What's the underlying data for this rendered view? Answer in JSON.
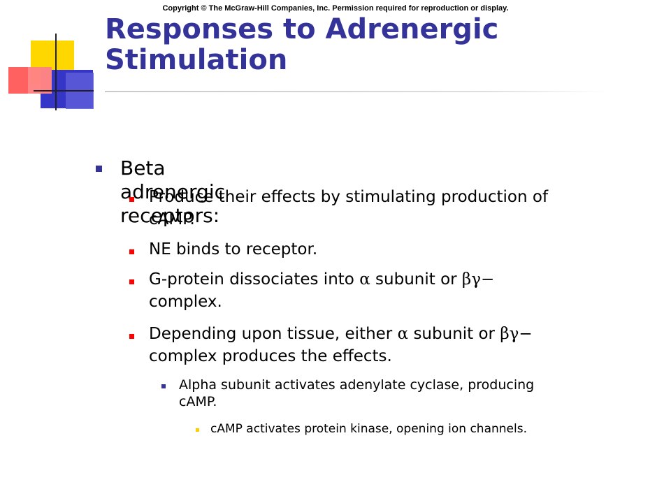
{
  "copyright": "Copyright © The McGraw-Hill Companies, Inc. Permission required for reproduction or display.",
  "title": {
    "line1": "Responses to Adrenergic",
    "line2": "Stimulation"
  },
  "colors": {
    "title": "#333399",
    "bullet_level1": "#333399",
    "bullet_level2": "#ff0000",
    "bullet_level3": "#333399",
    "bullet_level4": "#ffcc00"
  },
  "bullets": {
    "b1": "Beta adrenergic  receptors:",
    "b1_1_line1": "Produce their effects by stimulating  production of",
    "b1_1_line2": "cAMP.",
    "b1_2": "NE binds to receptor.",
    "b1_3_pre": "G-protein dissociates into ",
    "b1_3_alpha": "α",
    "b1_3_mid": " subunit or ",
    "b1_3_bg": "βγ−",
    "b1_3_line2": "complex.",
    "b1_4_pre": "Depending upon tissue, either ",
    "b1_4_alpha": "α",
    "b1_4_mid": " subunit or ",
    "b1_4_bg": "βγ−",
    "b1_4_line2": "complex produces the effects.",
    "b1_4_1_line1": "Alpha subunit activates adenylate cyclase, producing",
    "b1_4_1_line2": "cAMP.",
    "b1_4_1_1": "cAMP activates protein kinase, opening ion channels."
  }
}
